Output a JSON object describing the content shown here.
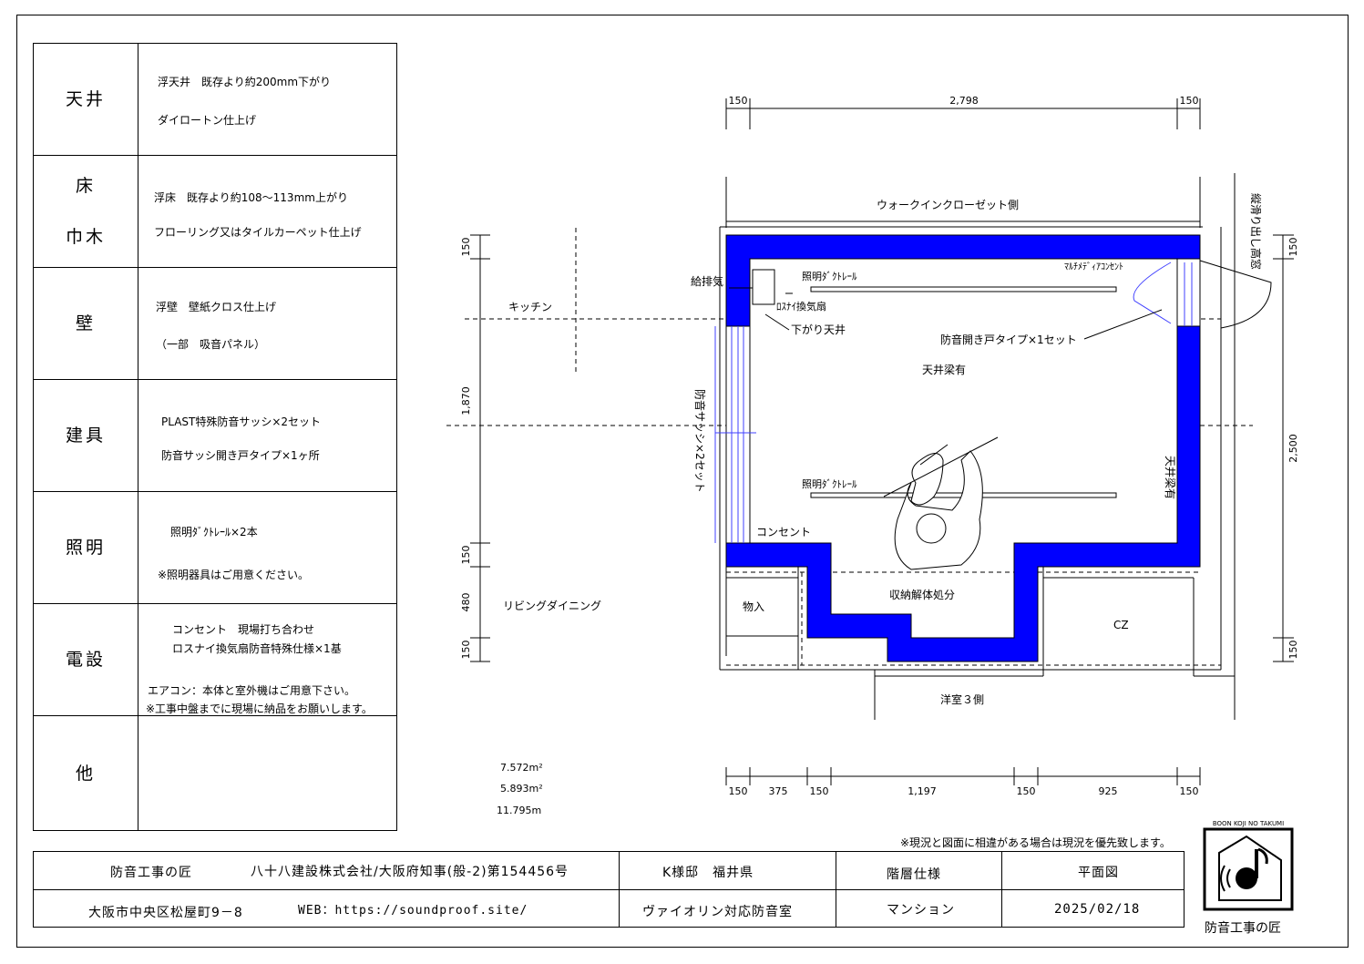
{
  "spec_table": {
    "rows": [
      {
        "category": "天井",
        "category_line2": "",
        "lines": [
          "浮天井　既存より約200mm下がり",
          "ダイロートン仕上げ"
        ]
      },
      {
        "category": "床",
        "category_line2": "巾木",
        "lines": [
          "浮床　既存より約108〜113mm上がり",
          "フローリング又はタイルカーペット仕上げ"
        ]
      },
      {
        "category": "壁",
        "category_line2": "",
        "lines": [
          "浮壁　壁紙クロス仕上げ",
          "（一部　吸音パネル）"
        ]
      },
      {
        "category": "建具",
        "category_line2": "",
        "lines": [
          "PLAST特殊防音サッシ×2セット",
          "防音サッシ開き戸タイプ×1ヶ所"
        ]
      },
      {
        "category": "照明",
        "category_line2": "",
        "lines": [
          "照明ﾀﾞｸﾄﾚｰﾙ×2本",
          "※照明器具はご用意ください。"
        ]
      },
      {
        "category": "電設",
        "category_line2": "",
        "lines": [
          "コンセント　現場打ち合わせ",
          "ロスナイ換気扇防音特殊仕様×1基",
          "エアコン：本体と室外機はご用意下さい。",
          "※工事中盤までに現場に納品をお願いします。"
        ]
      },
      {
        "category": "他",
        "category_line2": "",
        "lines": []
      }
    ]
  },
  "plan": {
    "dims_top": [
      "150",
      "2,798",
      "150"
    ],
    "dims_bottom": [
      "150",
      "375",
      "150",
      "1,197",
      "150",
      "925",
      "150"
    ],
    "dims_left": [
      "150",
      "1,870",
      "150",
      "480",
      "150"
    ],
    "dims_right": [
      "150",
      "2,500",
      "150"
    ],
    "labels": {
      "walk_in": "ウォークインクローゼット側",
      "window_note": "縦滑り出し高窓",
      "kitchen": "キッチン",
      "supply": "給排気",
      "lossnay": "ﾛｽﾅｲ換気扇",
      "ceiling_drop": "下がり天井",
      "rail1": "照明ﾀﾞｸﾄﾚｰﾙ",
      "rail2": "照明ﾀﾞｸﾄﾚｰﾙ",
      "multimedia": "ﾏﾙﾁﾒﾃﾞｨｱｺﾝｾﾝﾄ",
      "door": "防音開き戸タイプ×1セット",
      "beam1": "天井梁有",
      "beam2": "天井梁有",
      "sash": "防音サッシ×2セット",
      "outlet": "コンセント",
      "living": "リビングダイニング",
      "storage": "物入",
      "disposal": "収納解体処分",
      "cz": "CZ",
      "western": "洋室３側"
    },
    "areas": [
      "7.572m²",
      "5.893m²",
      "11.795m"
    ],
    "wall_color": "#0000ff"
  },
  "notice": "※現況と図面に相違がある場合は現況を優先致します。",
  "title_block": {
    "company_brand": "防音工事の匠",
    "company": "八十八建設株式会社/大阪府知事(般-2)第154456号",
    "client": "K様邸　福井県",
    "floor_spec": "階層仕様",
    "drawing_type": "平面図",
    "address": "大阪市中央区松屋町9－8",
    "web": "WEB：https://soundproof.site/",
    "project": "ヴァイオリン対応防音室",
    "building": "マンション",
    "date": "2025/02/18"
  },
  "logo": {
    "caption": "防音工事の匠",
    "ring_text": "BOON KOJI NO TAKUMI"
  }
}
